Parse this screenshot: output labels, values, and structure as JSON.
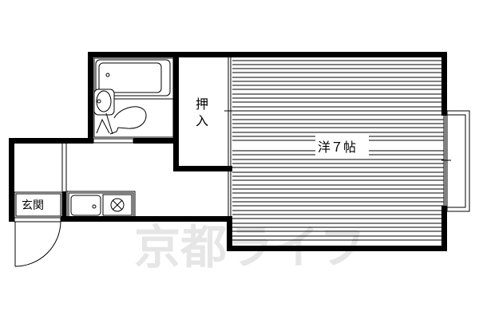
{
  "floor_plan": {
    "rooms": {
      "western_room": {
        "label": "洋７帖",
        "type": "Western-style room",
        "size_jo": 7
      },
      "closet": {
        "label_line1": "押",
        "label_line2": "入",
        "type": "Closet (oshiire)"
      },
      "entrance": {
        "label": "玄関",
        "type": "Entrance (genkan)"
      },
      "unit_bath": {
        "type": "Unit bath with tub, sink and toilet"
      },
      "kitchen": {
        "type": "Kitchen counter with sink and stove"
      },
      "balcony": {
        "type": "Balcony"
      }
    },
    "watermark": {
      "text": "京都ライフ"
    },
    "colors": {
      "wall": "#000000",
      "background": "#ffffff",
      "watermark": "#e6e6e6"
    }
  }
}
